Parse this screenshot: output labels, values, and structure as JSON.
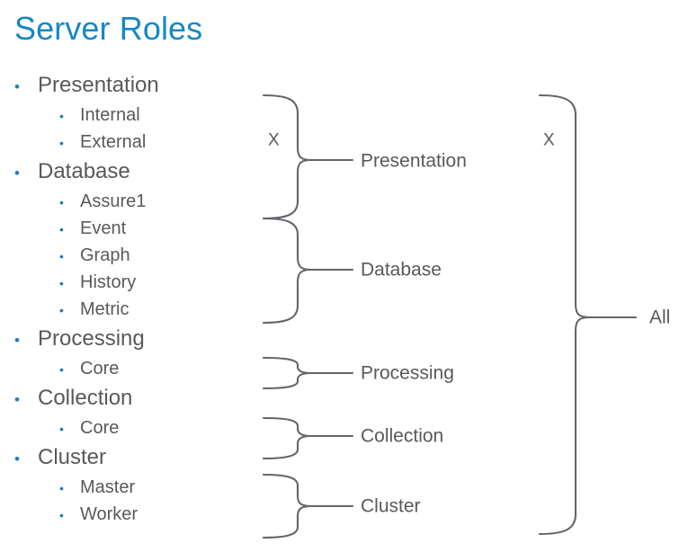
{
  "slide": {
    "title": "Server Roles",
    "title_color": "#1787c4",
    "text_color": "#595959",
    "bullet_color": "#1b7fb8",
    "brace_color": "#63666a",
    "background": "#ffffff"
  },
  "outline": {
    "items": [
      {
        "level": 1,
        "label": "Presentation",
        "bullet": "•"
      },
      {
        "level": 2,
        "label": "Internal",
        "bullet": "•"
      },
      {
        "level": 2,
        "label": "External",
        "bullet": "•"
      },
      {
        "level": 1,
        "label": "Database",
        "bullet": "•"
      },
      {
        "level": 2,
        "label": "Assure1",
        "bullet": "•"
      },
      {
        "level": 2,
        "label": "Event",
        "bullet": "•"
      },
      {
        "level": 2,
        "label": "Graph",
        "bullet": "•"
      },
      {
        "level": 2,
        "label": "History",
        "bullet": "•"
      },
      {
        "level": 2,
        "label": "Metric",
        "bullet": "•"
      },
      {
        "level": 1,
        "label": "Processing",
        "bullet": "•"
      },
      {
        "level": 2,
        "label": "Core",
        "bullet": "•"
      },
      {
        "level": 1,
        "label": "Collection",
        "bullet": "•"
      },
      {
        "level": 2,
        "label": "Core",
        "bullet": "•"
      },
      {
        "level": 1,
        "label": "Cluster",
        "bullet": "•"
      },
      {
        "level": 2,
        "label": "Master",
        "bullet": "•"
      },
      {
        "level": 2,
        "label": "Worker",
        "bullet": "•"
      }
    ]
  },
  "diagram": {
    "column1_multiplier": "X",
    "column2_multiplier": "X",
    "groups": [
      {
        "label": "Presentation"
      },
      {
        "label": "Database"
      },
      {
        "label": "Processing"
      },
      {
        "label": "Collection"
      },
      {
        "label": "Cluster"
      }
    ],
    "aggregate": {
      "label": "All"
    }
  }
}
